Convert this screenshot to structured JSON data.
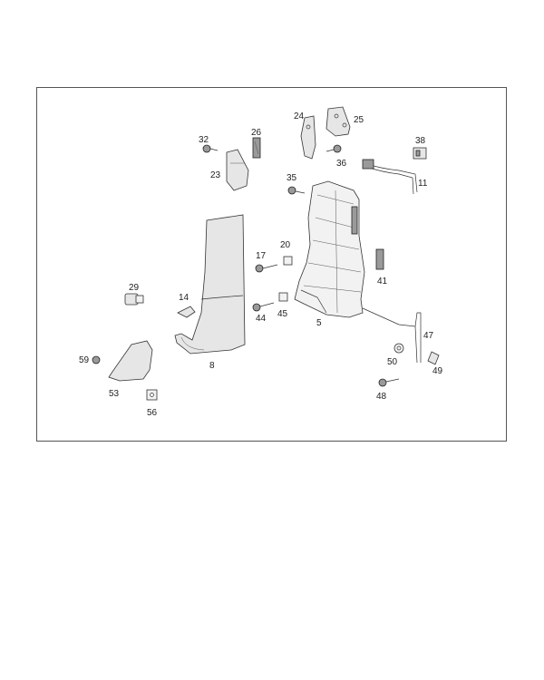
{
  "diagram": {
    "labels": {
      "p32": "32",
      "p26": "26",
      "p24": "24",
      "p25": "25",
      "p38": "38",
      "p23": "23",
      "p35": "35",
      "p36": "36",
      "p11": "11",
      "p17": "17",
      "p20": "20",
      "p41": "41",
      "p29": "29",
      "p14": "14",
      "p44": "44",
      "p45": "45",
      "p5": "5",
      "p47": "47",
      "p50": "50",
      "p49": "49",
      "p59": "59",
      "p8": "8",
      "p53": "53",
      "p48": "48",
      "p56": "56"
    }
  }
}
